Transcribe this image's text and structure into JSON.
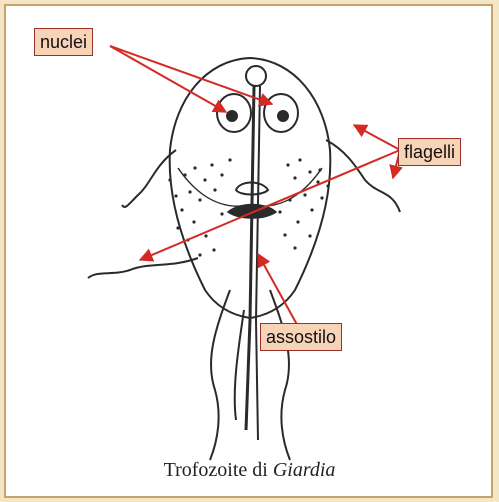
{
  "labels": {
    "nuclei": "nuclei",
    "flagelli": "flagelli",
    "assostilo": "assostilo"
  },
  "caption": {
    "text": "Trofozoite di ",
    "italic": "Giardia"
  },
  "colors": {
    "arrow": "#d42a24",
    "label_bg": "#f7d3b8",
    "label_border": "#9b3126",
    "frame_border": "#c9a16a",
    "page_bg": "#f3e6c4",
    "drawing": "#2a2a2a"
  }
}
